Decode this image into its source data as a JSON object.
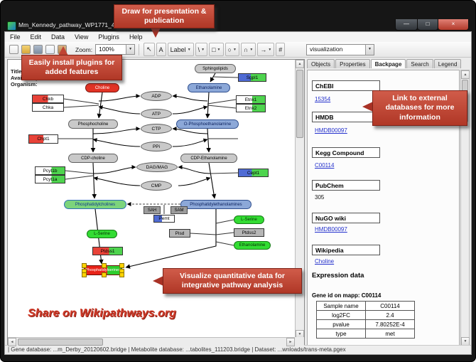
{
  "window": {
    "title": "Mm_Kennedy_pathway_WP1771_45176.gp...",
    "controls": {
      "minimize": "—",
      "maximize": "□",
      "close": "×"
    }
  },
  "menu": {
    "items": [
      "File",
      "Edit",
      "Data",
      "View",
      "Plugins",
      "Help"
    ]
  },
  "toolbar": {
    "zoom_label": "Zoom:",
    "zoom_value": "100%",
    "visualization": "visualization",
    "tools": [
      "↖",
      "A",
      "Label",
      "\\",
      "□",
      "○",
      "∩",
      "→",
      "#"
    ],
    "icon_names": [
      "new-file-icon",
      "open-folder-icon",
      "save-icon",
      "copy-icon",
      "paste-icon"
    ]
  },
  "icons": {
    "dropdown": "▼",
    "up": "▲",
    "down": "▼",
    "left": "◄",
    "right": "►"
  },
  "canvas": {
    "info_lines": [
      "Title:",
      "Availability:",
      "Organism:"
    ],
    "nodes": {
      "sphingolipids": "Sphingolipids",
      "sgpl1": "Sgpl1",
      "ethanolamine_top": "Ethanolamine",
      "choline": "Choline",
      "chkb": "Chkb",
      "chka": "Chka",
      "adp": "ADP",
      "etnk1": "Etnk1",
      "etnk2": "Etnk2",
      "atp": "ATP",
      "phosphocholine": "Phosphocholine",
      "o_phosphoethanolamine": "O-Phosphoethanolamine",
      "ctp": "CTP",
      "chpt1": "Chpt1",
      "ppi": "PPi",
      "cdp_choline": "CDP-choline",
      "cdp_ethanolamine": "CDP-Ethanolamine",
      "dag_mag": "DAG/MAG",
      "pcyt1b": "Pcyt1b",
      "pcyt1a": "Pcyt1a",
      "cept1": "Cept1",
      "cmp": "CMP",
      "phosphatidylcholines": "Phosphatidylcholines",
      "phosphatidylethanolamines": "Phosphatidylethanolamines",
      "sah": "SAH",
      "sam": "SAM",
      "pemt": "Pemt",
      "pisd": "Pisd",
      "l_serine_right": "L-Serine",
      "ptdss2": "Ptdss2",
      "ethanolamine_bottom": "Ethanolamine",
      "l_serine_left": "L-Serine",
      "ptdss1": "Ptdss1",
      "phosphatidylserines": "Phosphatidylserines"
    }
  },
  "panel": {
    "tabs": [
      "Objects",
      "Properties",
      "Backpage",
      "Search",
      "Legend"
    ],
    "active_tab": "Backpage",
    "sections": [
      {
        "header": "ChEBI",
        "value": "15354"
      },
      {
        "header": "HMDB",
        "value": "HMDB00097"
      },
      {
        "header": "Kegg Compound",
        "value": "C00114"
      },
      {
        "header": "PubChem",
        "value": "305"
      },
      {
        "header": "NuGO wiki",
        "value": "HMDB00097"
      },
      {
        "header": "Wikipedia",
        "value": "Choline"
      }
    ],
    "expression_title": "Expression data",
    "gene_id_line": "Gene id on mapp: C00114",
    "table": {
      "rows": [
        [
          "Sample name",
          "C00114"
        ],
        [
          "log2FC",
          "2.4"
        ],
        [
          "pvalue",
          "7.80252E-4"
        ],
        [
          "type",
          "met"
        ]
      ]
    }
  },
  "callouts": {
    "draw": "Draw for presentation & publication",
    "plugins": "Easily install plugins for added features",
    "link": "Link  to external databases  for more information",
    "visualize": "Visualize quantitative  data  for integrative pathway analysis",
    "share": "Share on Wikipathways.org"
  },
  "statusbar": {
    "text": "| Gene database: ...m_Derby_20120602.bridge   | Metabolite database: ...tabolites_111203.bridge   | Dataset: ...wnloads/trans-meta.pgex"
  },
  "colors": {
    "callout_red": "#bf3b2b",
    "link_blue": "#2330cc",
    "expression_red": "#e84238",
    "expression_green": "#4ed44e",
    "selection_yellow": "#ffd300",
    "node_blue": "#8ca8d8",
    "node_gray": "#c9c9c9",
    "bright_green": "#33dc33"
  }
}
